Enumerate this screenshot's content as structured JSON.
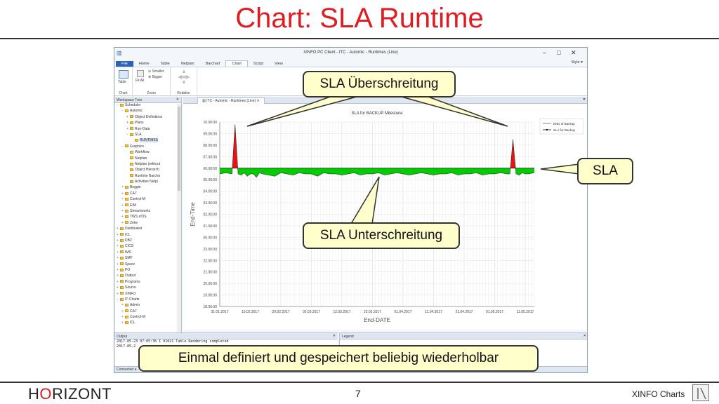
{
  "slide": {
    "title": "Chart: SLA Runtime",
    "page_number": "7",
    "footer_right": "XINFO Charts",
    "logo": {
      "part1": "H",
      "part2": "O",
      "part3": "RIZONT"
    },
    "colors": {
      "title": "#e11b22",
      "logo_o": "#e11b22",
      "callout_bg": "#ffffcc"
    }
  },
  "app": {
    "window_title": "XINFO PC Client - ITC - Automic - Runtimes (Line)",
    "window_controls": [
      "–",
      "□",
      "✕"
    ],
    "menu": [
      "File",
      "Home",
      "Table",
      "Netplan",
      "Barchart",
      "Chart",
      "Script",
      "View"
    ],
    "active_menu": "Chart",
    "style_label": "Style",
    "ribbon": {
      "groups": [
        {
          "label": "Chart",
          "buttons": [
            "Table"
          ]
        },
        {
          "label": "Zoom",
          "buttons": [
            "Fit All",
            "Smaller",
            "Bigger"
          ]
        },
        {
          "label": "Rotation",
          "buttons": []
        }
      ]
    },
    "workspace": {
      "title": "Workspace Tree",
      "items": [
        {
          "label": "Scheduler",
          "level": 0,
          "exp": "−"
        },
        {
          "label": "Automic",
          "level": 1,
          "exp": "−"
        },
        {
          "label": "Object Definitions",
          "level": 2,
          "exp": "+"
        },
        {
          "label": "Plans",
          "level": 2,
          "exp": "+"
        },
        {
          "label": "Run-Data",
          "level": 2,
          "exp": "+"
        },
        {
          "label": "SLA",
          "level": 2,
          "exp": "−"
        },
        {
          "label": "RUNTIMES",
          "level": 3,
          "exp": "",
          "selected": true
        },
        {
          "label": "Graphics",
          "level": 1,
          "exp": "−"
        },
        {
          "label": "Workflow",
          "level": 2,
          "exp": ""
        },
        {
          "label": "Netplan",
          "level": 2,
          "exp": ""
        },
        {
          "label": "Netplan (without",
          "level": 2,
          "exp": ""
        },
        {
          "label": "Object Hierarch",
          "level": 2,
          "exp": ""
        },
        {
          "label": "Runtime Barcha",
          "level": 2,
          "exp": ""
        },
        {
          "label": "Activities Netpl",
          "level": 2,
          "exp": ""
        },
        {
          "label": "Beggin",
          "level": 1,
          "exp": "+"
        },
        {
          "label": "CA7",
          "level": 1,
          "exp": "+"
        },
        {
          "label": "Control-M",
          "level": 1,
          "exp": "+"
        },
        {
          "label": "EIM",
          "level": 1,
          "exp": "+"
        },
        {
          "label": "Streamworks",
          "level": 1,
          "exp": "+"
        },
        {
          "label": "TWS z/OS",
          "level": 1,
          "exp": "+"
        },
        {
          "label": "Zeke",
          "level": 1,
          "exp": "+"
        },
        {
          "label": "Distributed",
          "level": 0,
          "exp": "+"
        },
        {
          "label": "ICL",
          "level": 0,
          "exp": "+"
        },
        {
          "label": "DB2",
          "level": 0,
          "exp": "+"
        },
        {
          "label": "CICS",
          "level": 0,
          "exp": "+"
        },
        {
          "label": "IMS",
          "level": 0,
          "exp": "+"
        },
        {
          "label": "SMF",
          "level": 0,
          "exp": "+"
        },
        {
          "label": "Space",
          "level": 0,
          "exp": "+"
        },
        {
          "label": "PO",
          "level": 0,
          "exp": "+"
        },
        {
          "label": "Output",
          "level": 0,
          "exp": "+"
        },
        {
          "label": "Programs",
          "level": 0,
          "exp": "+"
        },
        {
          "label": "Source",
          "level": 0,
          "exp": "+"
        },
        {
          "label": "XINFO",
          "level": 0,
          "exp": "+"
        },
        {
          "label": "IT-Charts",
          "level": 0,
          "exp": "−"
        },
        {
          "label": "Admin",
          "level": 1,
          "exp": "+"
        },
        {
          "label": "CA7",
          "level": 1,
          "exp": "+"
        },
        {
          "label": "Control-M",
          "level": 1,
          "exp": "+"
        },
        {
          "label": "ICL",
          "level": 1,
          "exp": "+"
        }
      ]
    },
    "doc_tab": "ITC - Automic - Runtimes (Line)",
    "output": {
      "title": "Output",
      "lines": [
        "2017-05-23 07:05:36 I 01021 Table Rendering completed",
        "2017-05-2"
      ]
    },
    "legend_pane_title": "Legend",
    "status": "Connected a"
  },
  "chart_data": {
    "type": "line",
    "title": "SLA for BACKUP Milestone",
    "xlabel": "End-DATE",
    "ylabel": "End-Time",
    "y_ticks": [
      "18.00:00",
      "19.00:00",
      "20.00:00",
      "21.00:00",
      "22.00:00",
      "23.00:00",
      "00.00:00",
      "01.00:00",
      "02.00:00",
      "03.00:00",
      "04.00:00",
      "05.00:00",
      "06.00:00",
      "07.00:00",
      "08.00:00",
      "09.00:00",
      "10.00:00"
    ],
    "ylim_hours": [
      0,
      16
    ],
    "x_ticks": [
      "31.01.2017",
      "10.02.2017",
      "20.02.2017",
      "02.03.2017",
      "12.03.2017",
      "22.03.2017",
      "01.04.2017",
      "11.04.2017",
      "21.04.2017",
      "01.05.2017",
      "11.05.2017"
    ],
    "xlim_days": [
      0,
      103
    ],
    "legend": [
      "END of Backup",
      "SLA for Backup"
    ],
    "legend_placement": "top-right",
    "sla_hours": 12.0,
    "series": [
      {
        "name": "END of Backup",
        "x_days": [
          0,
          2,
          4,
          5,
          6,
          7,
          8,
          9,
          10,
          11,
          12,
          13,
          14,
          16,
          18,
          20,
          22,
          24,
          26,
          28,
          30,
          32,
          34,
          36,
          38,
          40,
          42,
          44,
          46,
          48,
          50,
          52,
          54,
          56,
          58,
          60,
          62,
          64,
          66,
          68,
          70,
          72,
          74,
          76,
          78,
          80,
          82,
          84,
          86,
          88,
          90,
          92,
          94,
          95,
          96,
          97,
          98,
          99,
          100,
          101,
          103
        ],
        "y_hours": [
          11.5,
          11.6,
          11.5,
          15.8,
          11.5,
          11.4,
          11.6,
          11.3,
          11.5,
          11.5,
          11.2,
          11.6,
          11.5,
          11.4,
          11.3,
          11.6,
          11.5,
          11.4,
          11.6,
          11.5,
          11.5,
          11.3,
          11.6,
          11.5,
          11.5,
          11.4,
          11.5,
          11.6,
          11.4,
          11.5,
          11.5,
          11.6,
          11.4,
          11.5,
          11.6,
          11.5,
          11.4,
          11.5,
          11.6,
          11.5,
          11.4,
          11.5,
          11.5,
          11.6,
          11.4,
          11.5,
          11.5,
          11.6,
          11.4,
          11.5,
          11.5,
          11.6,
          11.5,
          11.5,
          14.5,
          11.5,
          11.4,
          11.6,
          11.5,
          11.5,
          11.6
        ]
      }
    ],
    "colors": {
      "below_sla": "#00cc00",
      "above_sla": "#ee1111",
      "line": "#333333"
    }
  },
  "callouts": {
    "over": "SLA Überschreitung",
    "sla": "SLA",
    "under": "SLA Unterschreitung",
    "bottom": "Einmal definiert und gespeichert beliebig wiederholbar"
  }
}
